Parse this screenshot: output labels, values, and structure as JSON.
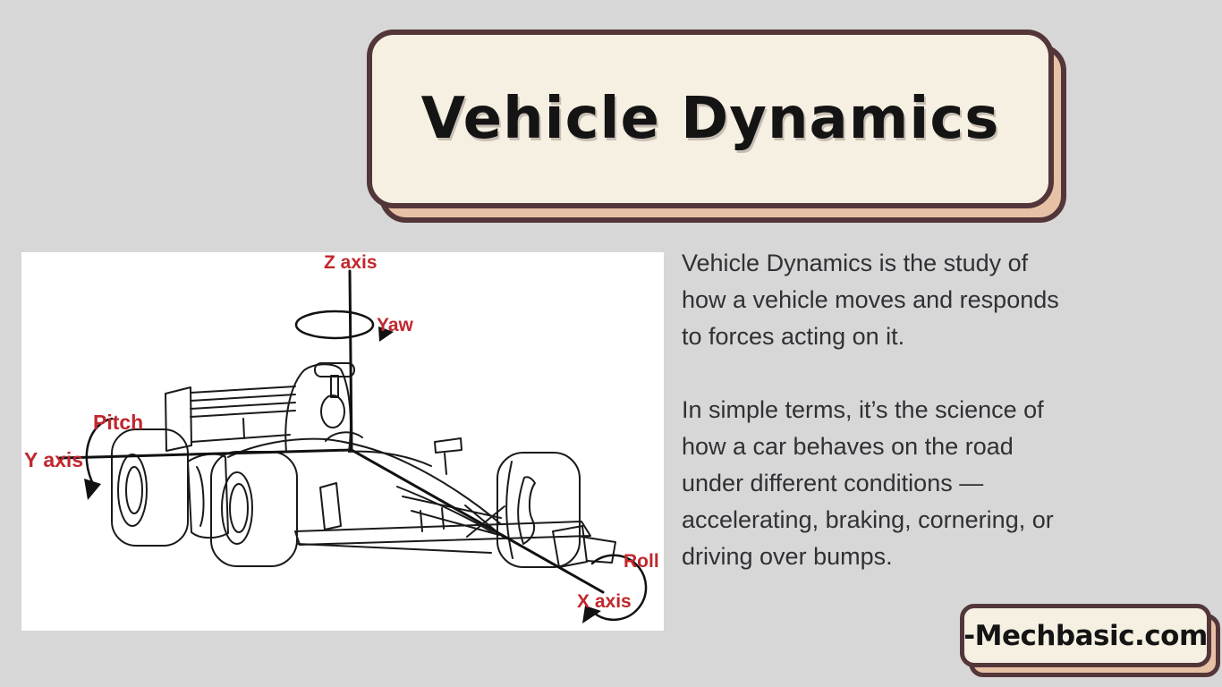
{
  "page": {
    "background_color": "#d7d7d7",
    "panel_color": "#ffffff",
    "box_fill_color": "#f6f0e2",
    "box_border_color": "#533639",
    "box_shadow_color": "#e7c1a5",
    "accent_red": "#c1272d",
    "body_text_color": "#303035"
  },
  "title_banner": {
    "text": "Vehicle Dynamics"
  },
  "diagram": {
    "subject": "race-car-axes-line-drawing",
    "labels": {
      "z_axis": "Z axis",
      "yaw": "Yaw",
      "pitch": "Pitch",
      "y_axis": "Y axis",
      "roll": "Roll",
      "x_axis": "X axis"
    }
  },
  "description": {
    "paragraph1": "Vehicle Dynamics is the study of\nhow a vehicle moves and responds\nto forces acting on it.",
    "paragraph2": "In simple terms, it’s the science of\nhow a car behaves on the road\nunder different conditions —\naccelerating, braking, cornering, or\ndriving over bumps."
  },
  "footer": {
    "brand": "-Mechbasic.com"
  }
}
